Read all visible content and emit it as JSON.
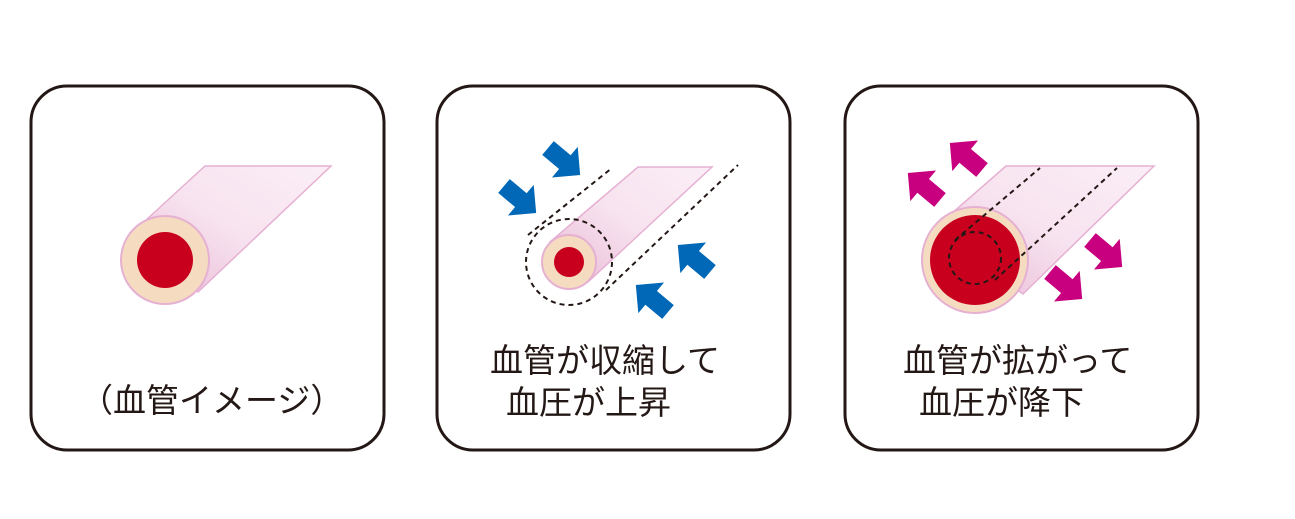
{
  "panels": [
    {
      "caption_lines": [
        "（血管イメージ）"
      ]
    },
    {
      "caption_lines": [
        "血管が収縮して",
        "血圧が上昇"
      ]
    },
    {
      "caption_lines": [
        "血管が拡がって",
        "血圧が降下"
      ]
    }
  ],
  "colors": {
    "border": "#231815",
    "blood": "#c8001e",
    "wall": "#f5dcc0",
    "tube": "#f0c8e0",
    "contract_arrow": "#0068b7",
    "dilate_arrow": "#c8007f"
  }
}
